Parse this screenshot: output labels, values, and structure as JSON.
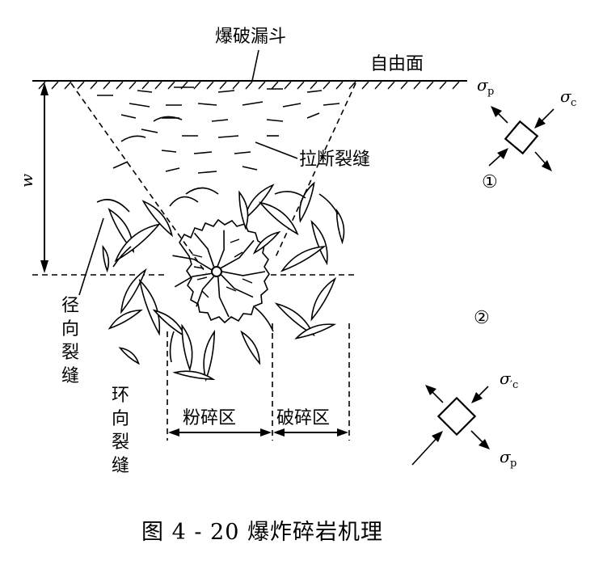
{
  "labels": {
    "crater": "爆破漏斗",
    "free_face": "自由面",
    "tensile_crack": "拉断裂缝",
    "depth_symbol": "w",
    "radial_crack": [
      "径",
      "向",
      "裂",
      "缝"
    ],
    "ring_crack": [
      "环",
      "向",
      "裂",
      "缝"
    ],
    "crushed_zone": "粉碎区",
    "fractured_zone": "破碎区",
    "marker_1": "①",
    "marker_2": "②"
  },
  "stress": {
    "sigma": "σ",
    "p_sub": "p",
    "c_sub": "c",
    "c_prime_sub": "′c"
  },
  "caption": "图 4 - 20   爆炸碎岩机理"
}
